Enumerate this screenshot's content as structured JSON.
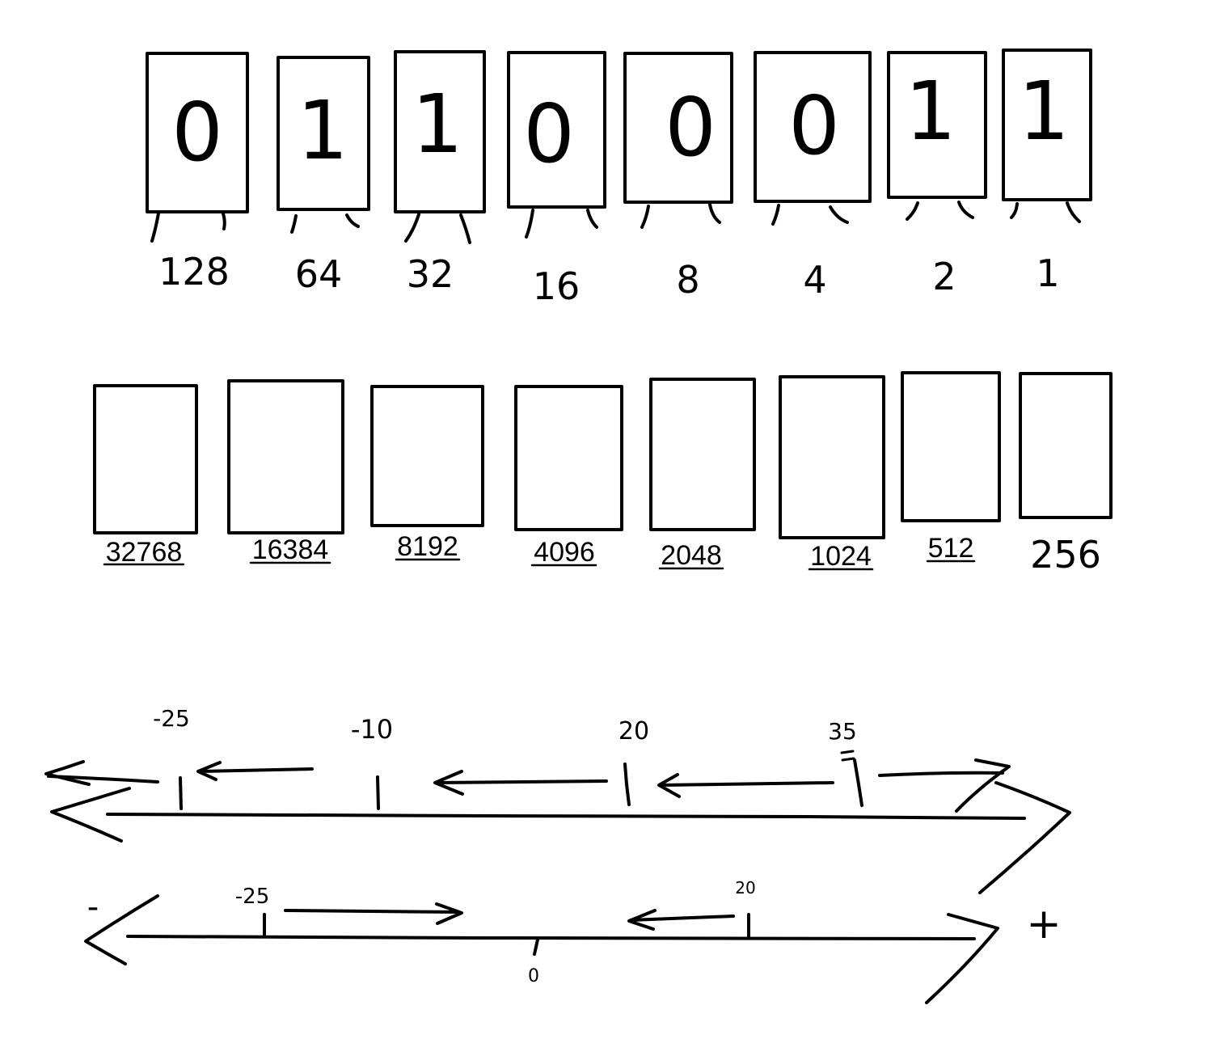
{
  "top_row": {
    "bits": [
      "0",
      "1",
      "1",
      "0",
      "0",
      "0",
      "1",
      "1"
    ],
    "place_values": [
      "128",
      "64",
      "32",
      "16",
      "8",
      "4",
      "2",
      "1"
    ]
  },
  "middle_row": {
    "place_values": [
      "32768",
      "16384",
      "8192",
      "4096",
      "2048",
      "1024",
      "512",
      "256"
    ]
  },
  "number_line_top": {
    "ticks": [
      "-25",
      "-10",
      "20",
      "35"
    ]
  },
  "number_line_bottom": {
    "ticks": [
      "-25",
      "20"
    ],
    "zero_label": "0",
    "minus_sign": "-",
    "plus_sign": "+"
  }
}
